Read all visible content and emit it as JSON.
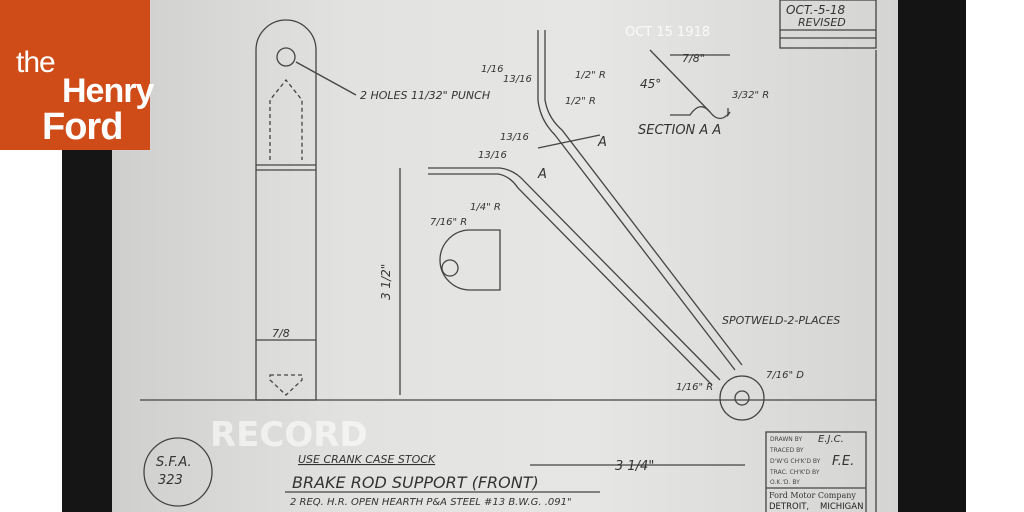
{
  "logo": {
    "line1": "the",
    "line2": "Henry",
    "line3": "Ford",
    "color": "#cf4b17"
  },
  "drawing": {
    "revision_date": "OCT.-5-18",
    "revision_label": "REVISED",
    "stamp_date": "OCT 15 1918",
    "record_watermark": "RECORD",
    "holes_note": "2 HOLES 11/32\" PUNCH",
    "section_label": "SECTION A A",
    "section_width": "7/8\"",
    "section_radius": "3/32\" R",
    "angle": "45°",
    "spotweld_note": "SPOTWELD-2-PLACES",
    "dim_height": "3 1/2\"",
    "dim_width": "3 1/4\"",
    "dim_strip_width": "7/8",
    "dim_top_1": "1/16",
    "dim_top_2": "13/16",
    "dim_top_3": "13/16",
    "dim_top_4": "13/16",
    "dim_radius_1": "1/2\" R",
    "dim_radius_2": "1/2\" R",
    "dim_radius_3": "1/4\" R",
    "dim_radius_4": "7/16\" R",
    "dim_radius_5": "1/16\" R",
    "dim_hole": "7/16\" D",
    "section_marker": "A",
    "part_code": "S.F.A.",
    "part_number": "323",
    "stock_note": "USE CRANK CASE STOCK",
    "title": "BRAKE ROD SUPPORT (FRONT)",
    "material_note": "2 REQ.   H.R. OPEN HEARTH P&A STEEL #13 B.W.G. .091\"",
    "title_block": {
      "drawn_by_label": "DRAWN BY",
      "drawn_by": "E.J.C.",
      "traced_by_label": "TRACED BY",
      "checked_by_label": "D'W'G CH'K'D BY",
      "checked_by": "F.E.",
      "trace_checked_label": "TRAC. CH'K'D BY",
      "ok_by_label": "O.K.'D. BY",
      "company": "Ford Motor Company",
      "city": "DETROIT,",
      "state": "MICHIGAN"
    }
  }
}
